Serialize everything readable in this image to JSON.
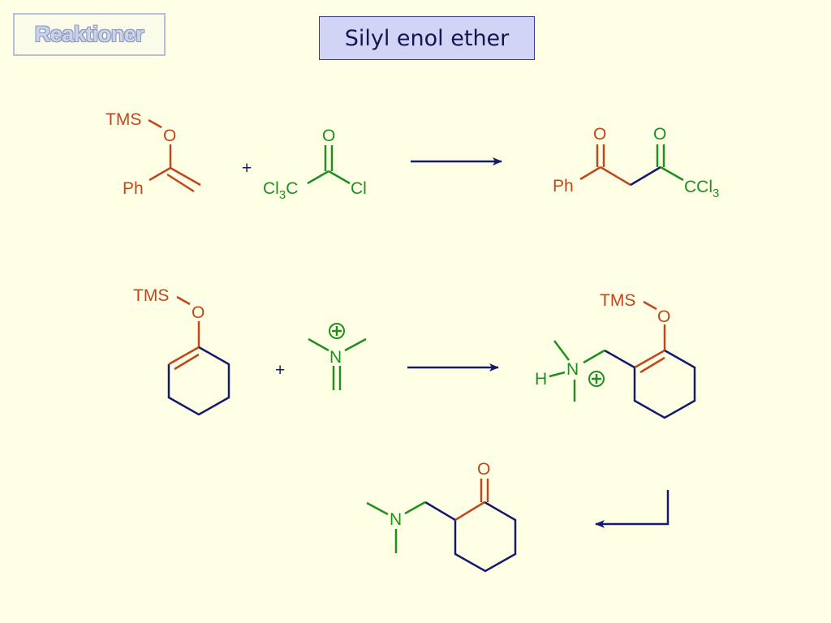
{
  "header": {
    "section_label": "Reaktioner",
    "title": "Silyl enol ether"
  },
  "reaction1": {
    "reactant1": {
      "tms": "TMS",
      "oxygen": "O",
      "phenyl": "Ph"
    },
    "plus": "+",
    "reactant2": {
      "oxygen": "O",
      "left": "Cl",
      "left_sub": "3",
      "left_c": "C",
      "right": "Cl"
    },
    "product": {
      "phenyl": "Ph",
      "oxygen1": "O",
      "oxygen2": "O",
      "ccl": "CCl",
      "ccl_sub": "3"
    }
  },
  "reaction2": {
    "reactant1": {
      "tms": "TMS",
      "oxygen": "O"
    },
    "plus": "+",
    "reactant2": {
      "nitrogen": "N",
      "charge": "+"
    },
    "intermediate": {
      "tms": "TMS",
      "oxygen": "O",
      "hydrogen": "H",
      "nitrogen": "N",
      "charge": "+"
    },
    "product": {
      "oxygen": "O",
      "nitrogen": "N"
    }
  },
  "colors": {
    "orange": "#c0461b",
    "green": "#1f8f1f",
    "navy": "#141a6e",
    "background": "#ffffe6"
  }
}
